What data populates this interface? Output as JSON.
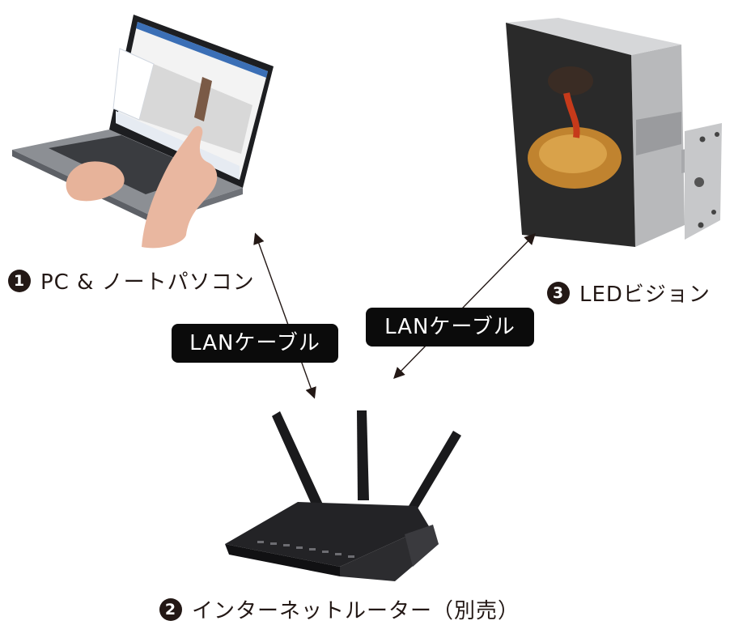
{
  "nodes": {
    "pc": {
      "number": "1",
      "label": "PC & ノートパソコン"
    },
    "router": {
      "number": "2",
      "label": "インターネットルーター（別売）"
    },
    "led": {
      "number": "3",
      "label": "LEDビジョン"
    }
  },
  "connections": {
    "pc_router": {
      "label": "LANケーブル"
    },
    "router_led": {
      "label": "LANケーブル"
    }
  },
  "colors": {
    "text": "#231815",
    "pill_bg": "#0b0b0b",
    "pill_text": "#ffffff"
  }
}
